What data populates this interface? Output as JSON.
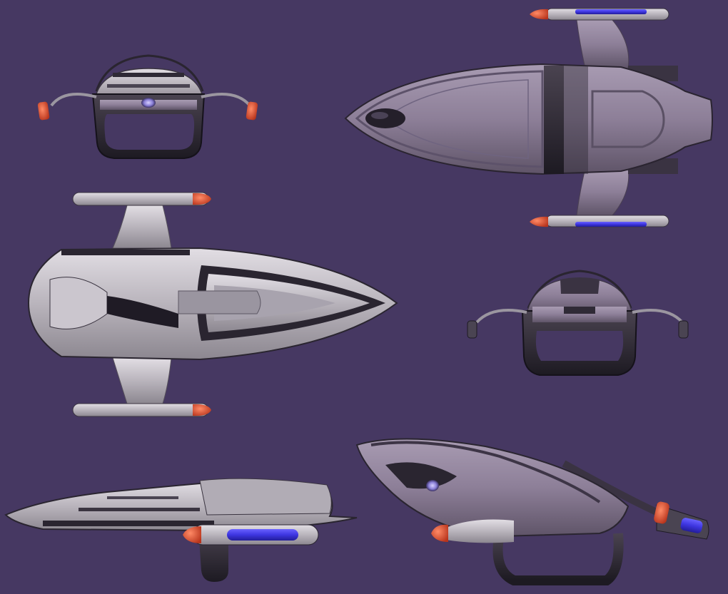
{
  "scene": {
    "background": "#463862",
    "subject": "starship-orthographic-views",
    "views": [
      {
        "id": "front-view-top-left",
        "icon": "ship-front-view"
      },
      {
        "id": "dorsal-view-top-right",
        "icon": "ship-dorsal-view"
      },
      {
        "id": "ventral-view-middle-left",
        "icon": "ship-ventral-view"
      },
      {
        "id": "rear-view-middle-right",
        "icon": "ship-rear-view"
      },
      {
        "id": "side-view-bottom-left",
        "icon": "ship-side-view"
      },
      {
        "id": "perspective-view-bottom-right",
        "icon": "ship-perspective-view"
      }
    ]
  },
  "colors": {
    "hull_light": "#b9b4bc",
    "hull_purple": "#8d7f98",
    "hull_dark": "#2b2630",
    "nacelle_cap": "#d8482c",
    "nacelle_glow": "#3d35e0",
    "deflector": "#8a7fd8"
  }
}
